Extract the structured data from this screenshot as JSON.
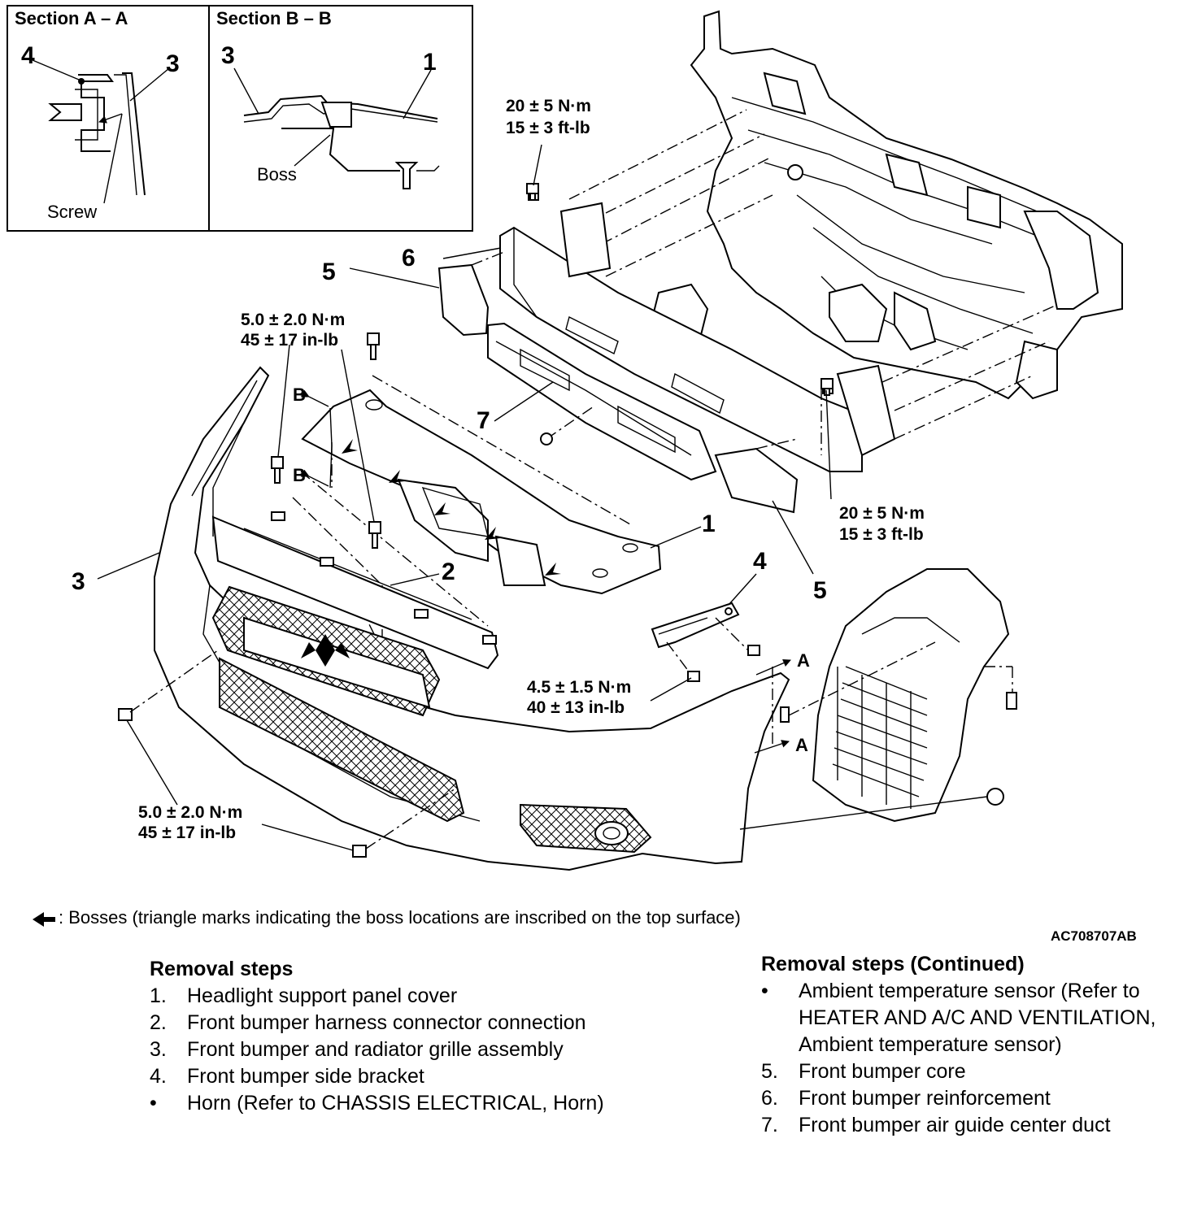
{
  "sections": {
    "a_title": "Section A – A",
    "b_title": "Section B – B",
    "screw_label": "Screw",
    "boss_label": "Boss",
    "a_callouts": [
      "4",
      "3"
    ],
    "b_callouts": [
      "3",
      "1"
    ]
  },
  "callouts": {
    "c1": "1",
    "c2": "2",
    "c3": "3",
    "c4": "4",
    "c5_left": "5",
    "c5_right": "5",
    "c6": "6",
    "c7": "7"
  },
  "section_marks": {
    "b_upper": "B",
    "b_lower": "B",
    "a_upper": "A",
    "a_lower": "A"
  },
  "torques": {
    "t_top_nm": "20 ± 5 N·m",
    "t_top_ft": "15 ± 3 ft-lb",
    "t_upper_nm": "5.0 ± 2.0 N·m",
    "t_upper_in": "45 ± 17 in-lb",
    "t_right_nm": "20 ± 5 N·m",
    "t_right_ft": "15 ± 3 ft-lb",
    "t_mid_nm": "4.5 ± 1.5 N·m",
    "t_mid_in": "40 ± 13 in-lb",
    "t_lower_nm": "5.0 ± 2.0 N·m",
    "t_lower_in": "45 ± 17 in-lb"
  },
  "legend": ": Bosses (triangle marks indicating the boss locations are inscribed on the top surface)",
  "figure_id": "AC708707AB",
  "removal_left": {
    "heading": "Removal steps",
    "steps": [
      {
        "n": "1.",
        "text": "Headlight support panel cover"
      },
      {
        "n": "2.",
        "text": "Front bumper harness connector connection"
      },
      {
        "n": "3.",
        "text": "Front bumper and radiator grille assembly"
      },
      {
        "n": "4.",
        "text": "Front bumper side bracket"
      },
      {
        "n": "•",
        "text": "Horn (Refer to CHASSIS ELECTRICAL, Horn)"
      }
    ]
  },
  "removal_right": {
    "heading": "Removal steps (Continued)",
    "steps": [
      {
        "n": "•",
        "text": "Ambient temperature sensor (Refer to HEATER AND A/C AND VENTILATION, Ambient temperature sensor)"
      },
      {
        "n": "5.",
        "text": "Front bumper core"
      },
      {
        "n": "6.",
        "text": "Front bumper reinforcement"
      },
      {
        "n": "7.",
        "text": "Front bumper air guide center duct"
      }
    ]
  }
}
